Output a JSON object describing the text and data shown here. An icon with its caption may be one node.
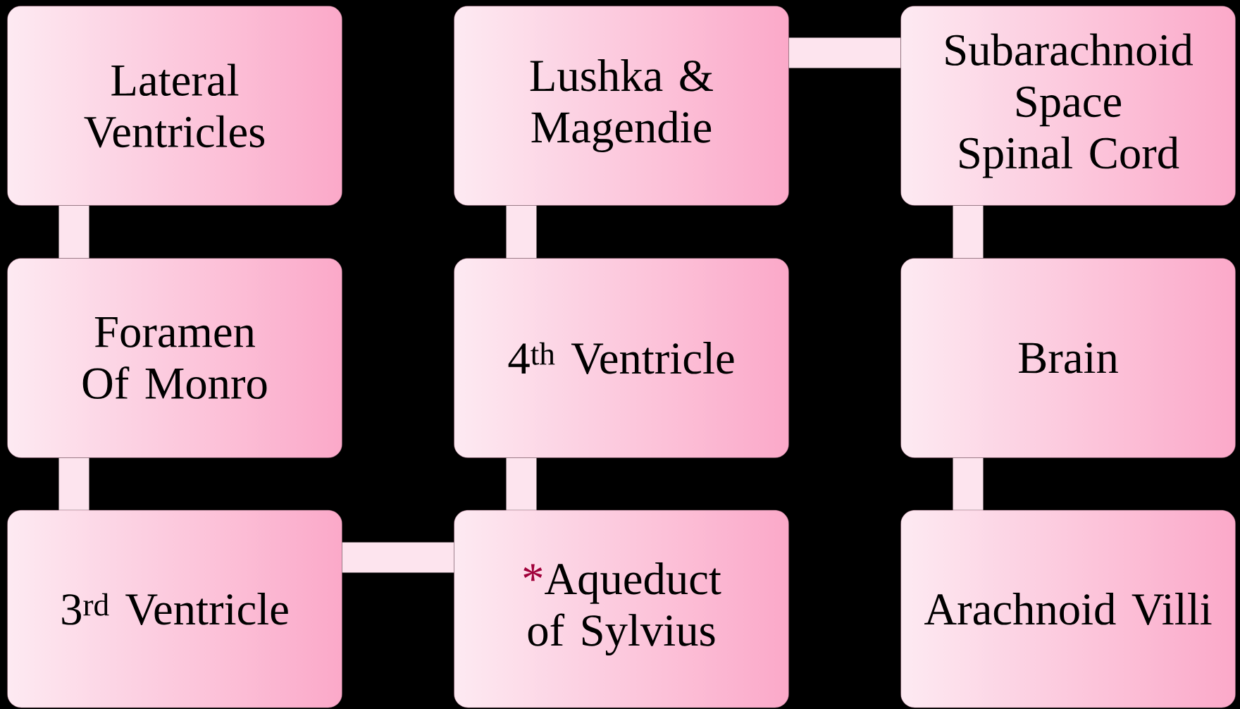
{
  "diagram": {
    "nodes": [
      {
        "text": [
          "Lateral Ventricles"
        ]
      },
      {
        "text": [
          "Foramen Of Monro"
        ]
      },
      {
        "text": [
          "3$^{rd}$ Ventricle"
        ]
      },
      {
        "text": [
          "*",
          "Aqueduct of Sylvius"
        ]
      },
      {
        "text": [
          "4$^{th}$ Ventricle"
        ]
      },
      {
        "text": [
          "Lushka & Magendie"
        ]
      },
      {
        "text": [
          "Subarachnoid Space Spinal Cord"
        ]
      },
      {
        "text": [
          "Brain"
        ]
      },
      {
        "text": [
          "Arachnoid Villi"
        ]
      }
    ],
    "edges": [
      {
        "from": 0,
        "to": 1,
        "arrow": "none"
      },
      {
        "from": 1,
        "to": 2,
        "arrow": "none"
      },
      {
        "from": 2,
        "to": 3,
        "arrow": "none"
      },
      {
        "from": 3,
        "to": 4,
        "arrow": "none"
      },
      {
        "from": 4,
        "to": 5,
        "arrow": "none"
      },
      {
        "from": 5,
        "to": 6,
        "arrow": "none"
      },
      {
        "from": 6,
        "to": 7,
        "arrow": "none"
      },
      {
        "from": 7,
        "to": 8,
        "arrow": "none"
      }
    ]
  }
}
